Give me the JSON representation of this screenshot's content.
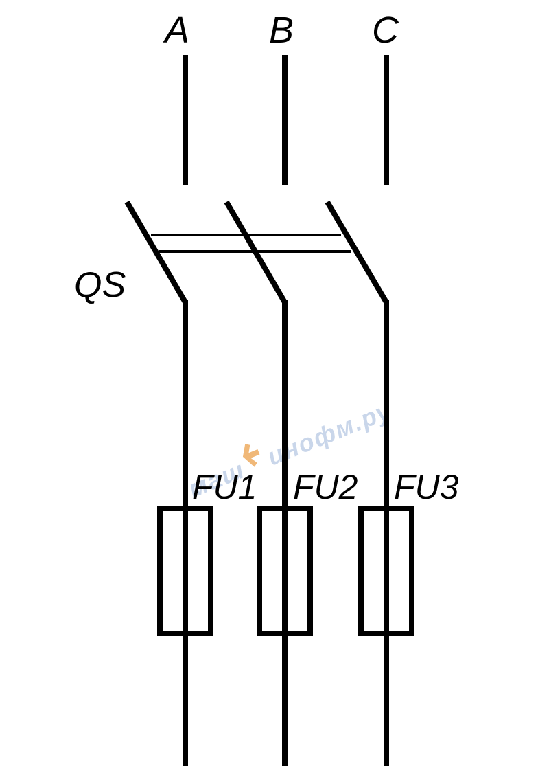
{
  "diagram": {
    "phases": [
      {
        "id": "A",
        "label": "A"
      },
      {
        "id": "B",
        "label": "B"
      },
      {
        "id": "C",
        "label": "C"
      }
    ],
    "switch": {
      "label": "QS"
    },
    "fuses": [
      {
        "id": "FU1",
        "label": "FU1"
      },
      {
        "id": "FU2",
        "label": "FU2"
      },
      {
        "id": "FU3",
        "label": "FU3"
      }
    ],
    "watermark": {
      "text_left": "маш",
      "text_right": "инофм.ру",
      "color": "#c9d6ea",
      "accent_color": "#f0b878"
    },
    "colors": {
      "line": "#000000",
      "background": "#ffffff"
    }
  }
}
